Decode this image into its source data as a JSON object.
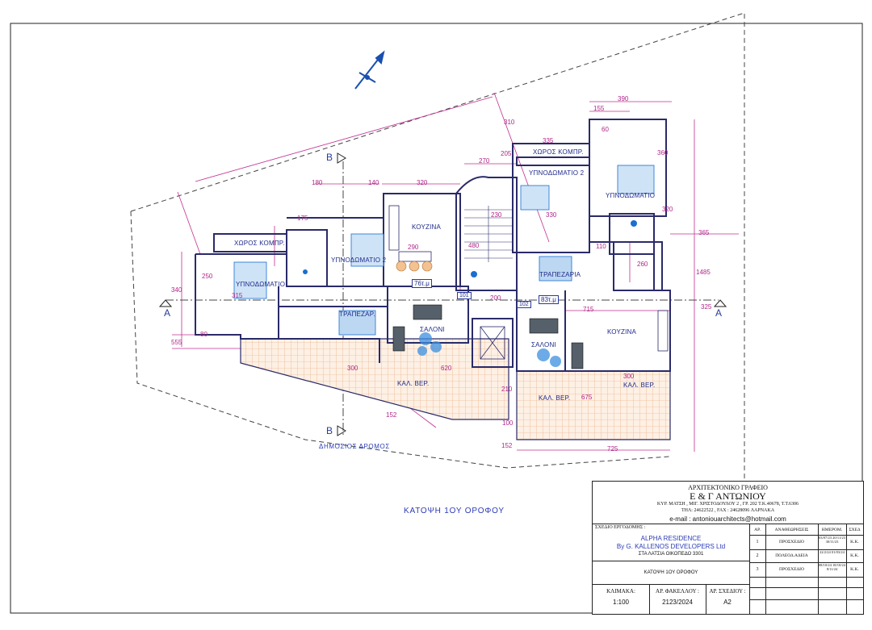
{
  "drawing": {
    "title": "ΚΑΤΟΨΗ 1ΟΥ ΟΡΟΦΟΥ",
    "street": "ΔΗΜΟΣΙΟΣ ΔΡΟΜΟΣ",
    "section_markers": {
      "a_left": "A",
      "a_right": "A",
      "b_top": "B",
      "b_bottom": "B"
    },
    "rooms": {
      "storage_left": "ΧΩΡΟΣ ΚΟΜΠΡ.",
      "storage_right": "ΧΩΡΟΣ ΚΟΜΠΡ.",
      "bedroom1_left": "ΥΠΝΟΔΩΜΑΤΙΟ",
      "bedroom2_left": "ΥΠΝΟΔΩΜΑΤΙΟ 2",
      "kitchen_left": "ΚΟΥΖΙΝΑ",
      "dining_left": "ΤΡΑΠΕΖΑΡ.",
      "living_left": "ΣΑΛΟΝΙ",
      "veranda_left": "ΚΑΛ. ΒΕΡ.",
      "bedroom2_right": "ΥΠΝΟΔΩΜΑΤΙΟ 2",
      "bedroom_right": "ΥΠΝΟΔΩΜΑΤΙΟ",
      "dining_right": "ΤΡΑΠΕΖΑΡΙΑ",
      "kitchen_right": "ΚΟΥΖΙΝΑ",
      "living_right": "ΣΑΛΟΝΙ",
      "veranda_right1": "ΚΑΛ. ΒΕΡ.",
      "veranda_right2": "ΚΑΛ. ΒΕΡ."
    },
    "areas": {
      "left": "76τ.μ",
      "right": "83τ.μ"
    },
    "units": {
      "left": "101",
      "right": "102"
    },
    "dimensions": {
      "d390": "390",
      "d155": "155",
      "d335": "335",
      "d60": "60",
      "d270": "270",
      "d320": "320",
      "d140": "140",
      "d180": "180",
      "d175": "175",
      "d290": "290",
      "d330": "330",
      "d230": "230",
      "d365": "365",
      "d1485": "1485",
      "d110": "110",
      "d715": "715",
      "d325": "325",
      "d300a": "300",
      "d300b": "300",
      "d620": "620",
      "d725": "725",
      "d675": "675",
      "d152a": "152",
      "d152b": "152",
      "d100": "100",
      "d80": "80",
      "d340": "340",
      "d555": "555",
      "d260": "260",
      "d210": "210",
      "d200": "200",
      "d205": "205",
      "d310": "310",
      "d360": "360",
      "d320b": "320",
      "d315": "315",
      "d480": "480",
      "d250": "250"
    }
  },
  "title_block": {
    "office_line1": "ΑΡΧΙΤΕΚΤΟΝΙΚΟ ΓΡΑΦΕΙΟ",
    "office_line2": "Ε & Γ ΑΝΤΩΝΙΟΥ",
    "address": "ΚΥΡ. ΜΑΤΣΗ , ΜΙΓ. ΧΡΙΣΤΟΔΟΥΛΟΥ 2 ,  ΓΡ. 202  Τ.Κ.40678,  Τ.Τ.6306",
    "phone": "ΤΗΛ: 24622522 ,   FAX : 24628096  ΛΑΡΝΑΚΑ",
    "email": "e-mail : antoniouarchitects@hotmail.com",
    "section_label": "ΣΧΕΔΙΟ ΕΡΓΟΔΟΜΗΣ :",
    "project_line1": "ALPHA RESIDENCE",
    "project_line2": "By G. KALLENOS DEVELOPERS Ltd",
    "project_line3": "ΣΤΑ ΛΑΤΣΙΑ ΟΙΚΟΠΕΔΟ 3301",
    "sheet_title": "ΚΑΤΟΨΗ 1ΟΥ ΟΡΟΦΟΥ",
    "scale_label": "ΚΛΙΜΑΚΑ:",
    "scale_value": "1:100",
    "folder_label": "ΑΡ. ΦΑΚΕΛΛΟΥ :",
    "folder_value": "2123/2024",
    "drawing_label": "ΑΡ. ΣΧΕΔΙΟΥ :",
    "drawing_value": "A2",
    "rev_headers": {
      "no": "ΑΡ.",
      "desc": "ΑΝΑΘΕΩΡΗΣΕΙΣ",
      "date": "ΗΜΕΡΟΜ.",
      "by": "ΣΧΕΔ"
    },
    "revisions": [
      {
        "no": "1",
        "desc": "ΠΡΟΣΧΕΔΙΟ",
        "date": "03/07/23 20/11/23 30/11/23",
        "by": "Κ.Κ."
      },
      {
        "no": "2",
        "desc": "ΠΟΛΕΟΔ.ΑΔΕΙΑ",
        "date": "22/2/24 01/03/24",
        "by": "Κ.Κ."
      },
      {
        "no": "3",
        "desc": "ΠΡΟΣΧΕΔΙΟ",
        "date": "08/10/24 18/10/24 8/11/24",
        "by": "Κ.Κ."
      }
    ]
  },
  "colors": {
    "wall": "#2a2a6a",
    "dim": "#c2308f",
    "grid": "#e06a2a",
    "furniture": "#1a6fd0",
    "section": "#333333"
  }
}
